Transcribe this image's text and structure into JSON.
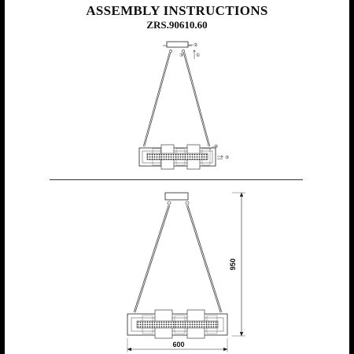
{
  "header": {
    "title": "ASSEMBLY INSTRUCTIONS",
    "model": "ZRS.90610.60"
  },
  "callouts": {
    "c1": "①",
    "c2": "②",
    "c3": "③",
    "c4": "④",
    "c5": "⑤"
  },
  "dimensions": {
    "height": "950",
    "width": "600"
  }
}
